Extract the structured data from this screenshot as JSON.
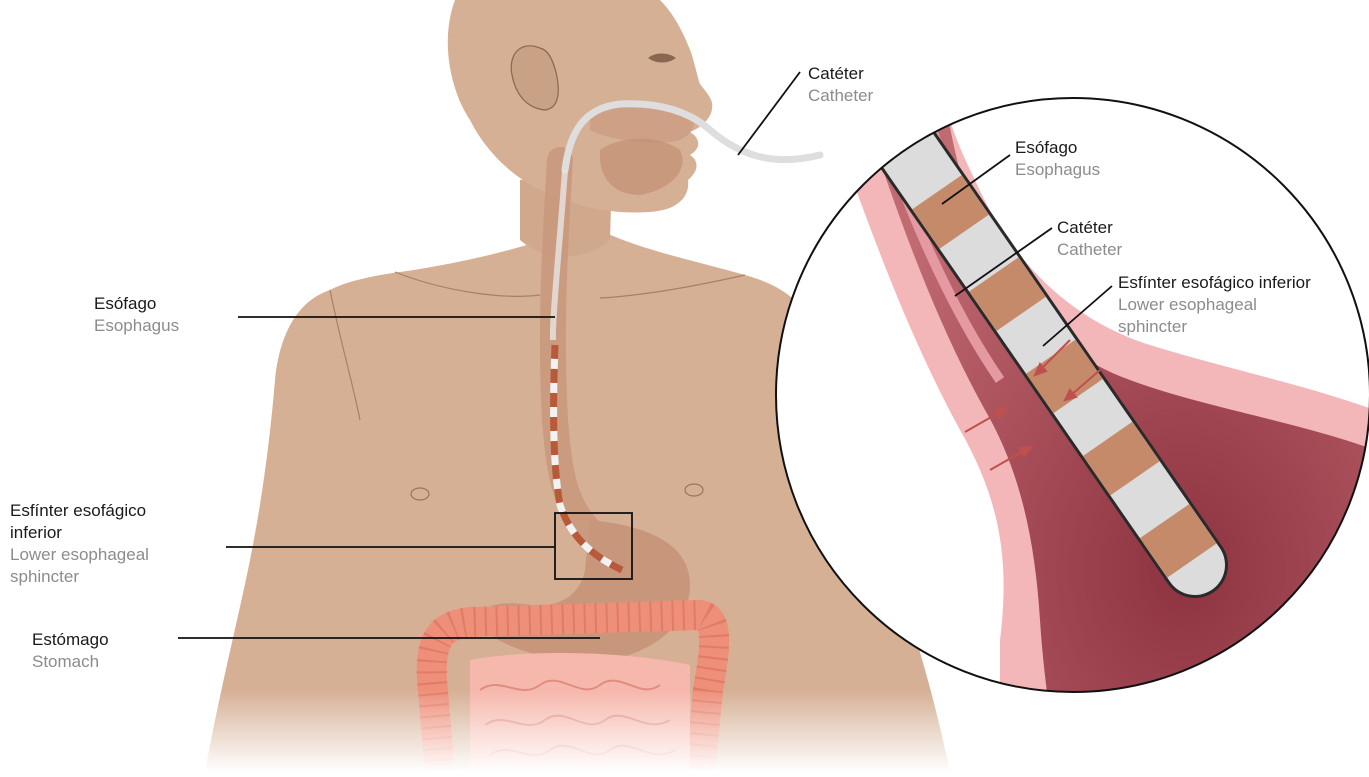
{
  "colors": {
    "skin": "#d6b095",
    "skin_dark": "#b58d70",
    "organ": "#c8967b",
    "esophagus_wall": "#f0b5b8",
    "esophagus_inner": "#b14e5a",
    "stomach_inner": "#9b3c48",
    "catheter_band_dark": "#c58a6a",
    "catheter_band_light": "#dcdcdc",
    "catheter_dashed": "#b8593a",
    "intestine": "#ee8f7a",
    "small_intestine": "#f6b7ac",
    "tube": "#dedede",
    "line": "#111111",
    "arrow": "#c0504d"
  },
  "labels": {
    "catheter_main": {
      "es": "Catéter",
      "en": "Catheter"
    },
    "esophagus_main": {
      "es": "Esófago",
      "en": "Esophagus"
    },
    "les_main": {
      "es_line1": "Esfínter esofágico",
      "es_line2": "inferior",
      "en_line1": "Lower esophageal",
      "en_line2": "sphincter"
    },
    "stomach_main": {
      "es": "Estómago",
      "en": "Stomach"
    },
    "esophagus_zoom": {
      "es": "Esófago",
      "en": "Esophagus"
    },
    "catheter_zoom": {
      "es": "Catéter",
      "en": "Catheter"
    },
    "les_zoom": {
      "es": "Esfínter esofágico inferior",
      "en_line1": "Lower esophageal",
      "en_line2": "sphincter"
    }
  }
}
